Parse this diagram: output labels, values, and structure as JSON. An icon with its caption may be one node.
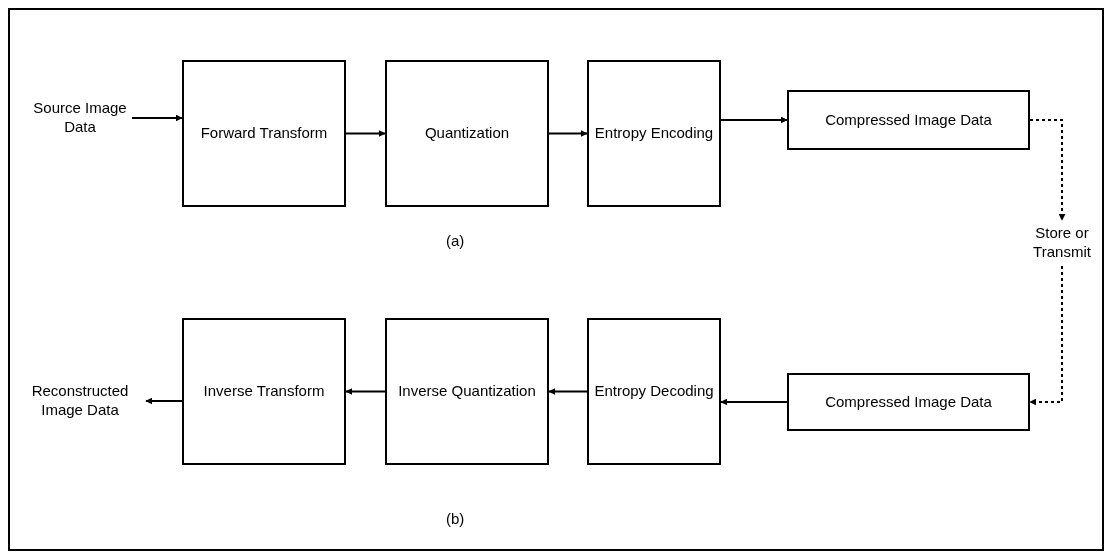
{
  "diagram": {
    "nodes": [
      {
        "text": [
          "Source Image Data"
        ]
      },
      {
        "text": [
          "Forward Transform"
        ]
      },
      {
        "text": [
          "Quantization"
        ]
      },
      {
        "text": [
          "Entropy Encoding"
        ]
      },
      {
        "text": [
          "Compressed Image Data"
        ]
      },
      {
        "text": [
          "Store or Transmit"
        ]
      },
      {
        "text": [
          "Reconstructed Image Data"
        ]
      },
      {
        "text": [
          "Inverse Transform"
        ]
      },
      {
        "text": [
          "Inverse Quantization"
        ]
      },
      {
        "text": [
          "Entropy Decoding"
        ]
      },
      {
        "text": [
          "Compressed Image Data"
        ]
      }
    ],
    "edges": [
      {
        "from": 0,
        "to": 1,
        "arrow": "to"
      },
      {
        "from": 1,
        "to": 2,
        "arrow": "to"
      },
      {
        "from": 2,
        "to": 3,
        "arrow": "to"
      },
      {
        "from": 3,
        "to": 4,
        "arrow": "to"
      },
      {
        "from": 4,
        "to": 5,
        "arrow": "to",
        "style": "dashed"
      },
      {
        "from": 5,
        "to": 10,
        "arrow": "to",
        "style": "dashed"
      },
      {
        "from": 10,
        "to": 9,
        "arrow": "to"
      },
      {
        "from": 9,
        "to": 8,
        "arrow": "to"
      },
      {
        "from": 8,
        "to": 7,
        "arrow": "to"
      },
      {
        "from": 7,
        "to": 6,
        "arrow": "to"
      }
    ],
    "labels": [
      "(a)",
      "(b)"
    ]
  }
}
